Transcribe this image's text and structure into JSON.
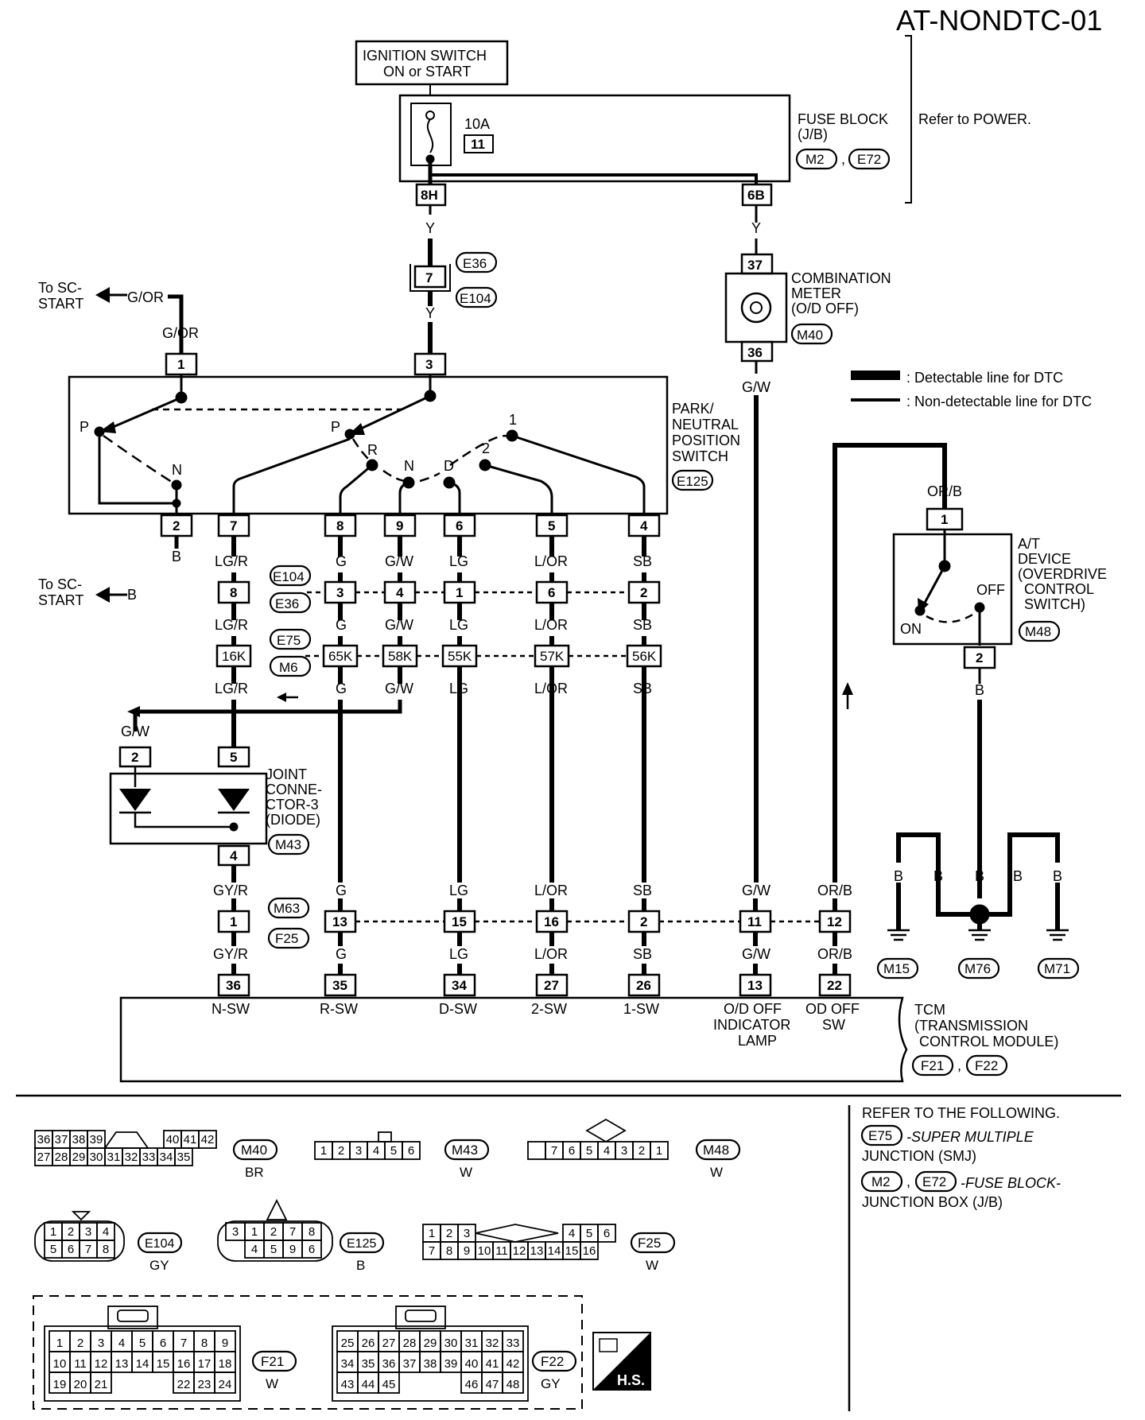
{
  "title": "AT-NONDTC-01",
  "ignition": {
    "line1": "IGNITION SWITCH",
    "line2": "ON or START"
  },
  "fuse": {
    "amp": "10A",
    "num": "11",
    "name1": "FUSE BLOCK",
    "name2": "(J/B)",
    "conn_a": "M2",
    "conn_b": "E72",
    "refer": "Refer to POWER.",
    "pin_left": "8H",
    "pin_right": "6B"
  },
  "wires": {
    "y": "Y",
    "gor": "G/OR",
    "gw": "G/W",
    "b": "B",
    "lgr": "LG/R",
    "g": "G",
    "lg": "LG",
    "lor": "L/OR",
    "sb": "SB",
    "gyr": "GY/R",
    "orb": "OR/B"
  },
  "conn_e36": {
    "pin": "7",
    "a": "E36",
    "b": "E104"
  },
  "sc_start": {
    "line1": "To SC-",
    "line2": "START"
  },
  "combo_meter": {
    "pin_top": "37",
    "pin_bot": "36",
    "l1": "COMBINATION",
    "l2": "METER",
    "l3": "(O/D OFF)",
    "conn": "M40"
  },
  "legend": {
    "detectable": ": Detectable line for DTC",
    "nondetectable": ": Non-detectable line for DTC"
  },
  "pnp": {
    "pin1": "1",
    "pin3": "3",
    "l1": "PARK/",
    "l2": "NEUTRAL",
    "l3": "POSITION",
    "l4": "SWITCH",
    "conn": "E125",
    "pos_p1": "P",
    "pos_n1": "N",
    "pos_p2": "P",
    "pos_r": "R",
    "pos_n2": "N",
    "pos_d": "D",
    "pos_2": "2",
    "pos_1": "1",
    "bottom_pins": [
      "2",
      "7",
      "8",
      "9",
      "6",
      "5",
      "4"
    ]
  },
  "row_e104": {
    "pins": [
      "8",
      "3",
      "4",
      "1",
      "6",
      "2"
    ],
    "a": "E104",
    "b": "E36"
  },
  "row_e75": {
    "pins": [
      "16K",
      "65K",
      "58K",
      "55K",
      "57K",
      "56K"
    ],
    "a": "E75",
    "b": "M6"
  },
  "joint": {
    "pin_a": "2",
    "pin_b": "5",
    "pin_out": "4",
    "l1": "JOINT",
    "l2": "CONNE-",
    "l3": "CTOR-3",
    "l4": "(DIODE)",
    "conn": "M43"
  },
  "at_device": {
    "pin_top": "1",
    "pin_bot": "2",
    "l1": "A/T",
    "l2": "DEVICE",
    "l3": "(OVERDRIVE",
    "l4": "CONTROL",
    "l5": "SWITCH)",
    "off": "OFF",
    "on": "ON",
    "conn": "M48"
  },
  "row_m63": {
    "pins": [
      "1",
      "13",
      "15",
      "16",
      "2",
      "11",
      "12"
    ],
    "a": "M63",
    "b": "F25"
  },
  "grounds": [
    "M15",
    "M76",
    "M71"
  ],
  "tcm": {
    "pins": [
      "36",
      "35",
      "34",
      "27",
      "26",
      "13",
      "22"
    ],
    "labels": [
      "N-SW",
      "R-SW",
      "D-SW",
      "2-SW",
      "1-SW",
      "O/D OFF",
      "OD OFF"
    ],
    "labels2": [
      "",
      "",
      "",
      "",
      "",
      "INDICATOR",
      "SW"
    ],
    "label3": "LAMP",
    "n1": "TCM",
    "n2": "(TRANSMISSION",
    "n3": "CONTROL MODULE)",
    "conn_a": "F21",
    "conn_b": "F22"
  },
  "connectors": {
    "m40": {
      "name": "M40",
      "color": "BR",
      "row1": [
        "36",
        "37",
        "38",
        "39",
        "40",
        "41",
        "42"
      ],
      "row2": [
        "27",
        "28",
        "29",
        "30",
        "31",
        "32",
        "33",
        "34",
        "35"
      ]
    },
    "m43": {
      "name": "M43",
      "color": "W",
      "row": [
        "1",
        "2",
        "3",
        "4",
        "5",
        "6"
      ]
    },
    "m48": {
      "name": "M48",
      "color": "W",
      "row": [
        "7",
        "6",
        "5",
        "4",
        "3",
        "2",
        "1"
      ]
    },
    "e104": {
      "name": "E104",
      "color": "GY",
      "row1": [
        "1",
        "2",
        "3",
        "4"
      ],
      "row2": [
        "5",
        "6",
        "7",
        "8"
      ]
    },
    "e125": {
      "name": "E125",
      "color": "B",
      "row1": [
        "3",
        "1",
        "2",
        "7",
        "8"
      ],
      "row2": [
        "4",
        "5",
        "9",
        "6"
      ]
    },
    "f25": {
      "name": "F25",
      "color": "W",
      "row1a": [
        "1",
        "2",
        "3"
      ],
      "row1b": [
        "4",
        "5",
        "6"
      ],
      "row2": [
        "7",
        "8",
        "9",
        "10",
        "11",
        "12",
        "13",
        "14",
        "15",
        "16"
      ]
    },
    "f21": {
      "name": "F21",
      "color": "W",
      "row1": [
        "1",
        "2",
        "3",
        "4",
        "5",
        "6",
        "7",
        "8",
        "9"
      ],
      "row2": [
        "10",
        "11",
        "12",
        "13",
        "14",
        "15",
        "16",
        "17",
        "18"
      ],
      "row3a": [
        "19",
        "20",
        "21"
      ],
      "row3b": [
        "22",
        "23",
        "24"
      ]
    },
    "f22": {
      "name": "F22",
      "color": "GY",
      "row1": [
        "25",
        "26",
        "27",
        "28",
        "29",
        "30",
        "31",
        "32",
        "33"
      ],
      "row2": [
        "34",
        "35",
        "36",
        "37",
        "38",
        "39",
        "40",
        "41",
        "42"
      ],
      "row3a": [
        "43",
        "44",
        "45"
      ],
      "row3b": [
        "46",
        "47",
        "48"
      ]
    }
  },
  "refer": {
    "head": "REFER TO THE FOLLOWING.",
    "e75": "E75",
    "e75_desc": "-SUPER MULTIPLE",
    "e75_desc2": "JUNCTION (SMJ)",
    "m2": "M2",
    "e72": "E72",
    "fb_desc": "-FUSE BLOCK-",
    "fb_desc2": "JUNCTION BOX (J/B)"
  },
  "hs_label": "H.S."
}
